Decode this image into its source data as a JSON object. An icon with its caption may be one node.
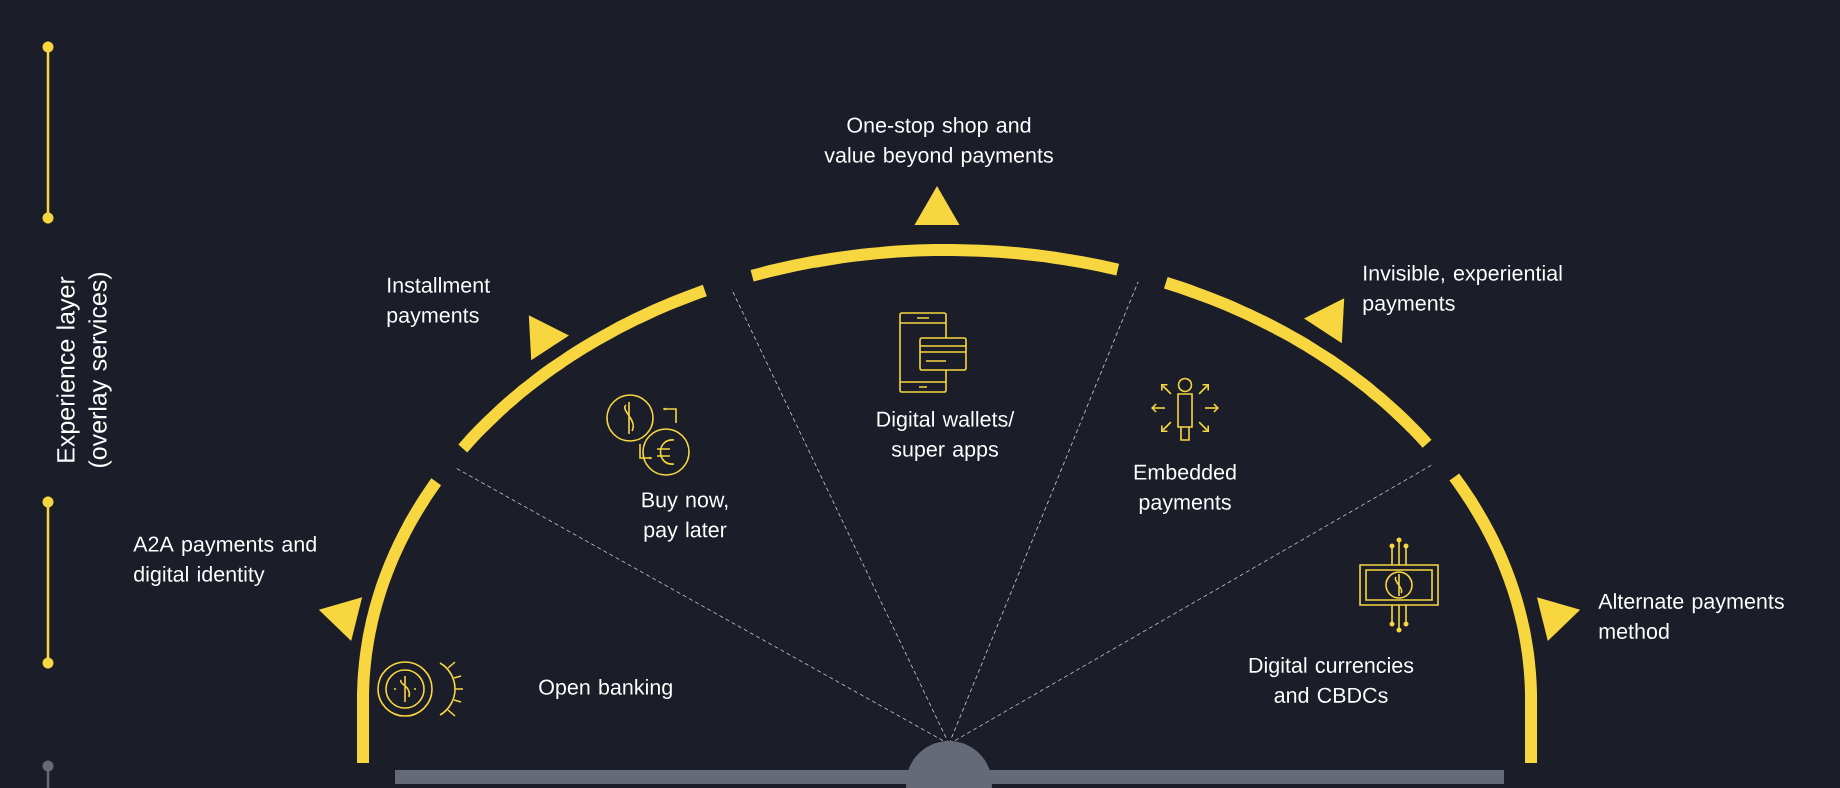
{
  "diagram": {
    "labels": [
      "Experience layer (overlay services)",
      "One-stop shop and value beyond payments",
      "Installment payments",
      "Invisible, experiential payments",
      "Digital wallets/ super apps",
      "Embedded payments",
      "Buy now, pay later",
      "A2A payments and digital identity",
      "Alternate payments method",
      "Digital currencies and CBDCs",
      "Open banking"
    ]
  }
}
